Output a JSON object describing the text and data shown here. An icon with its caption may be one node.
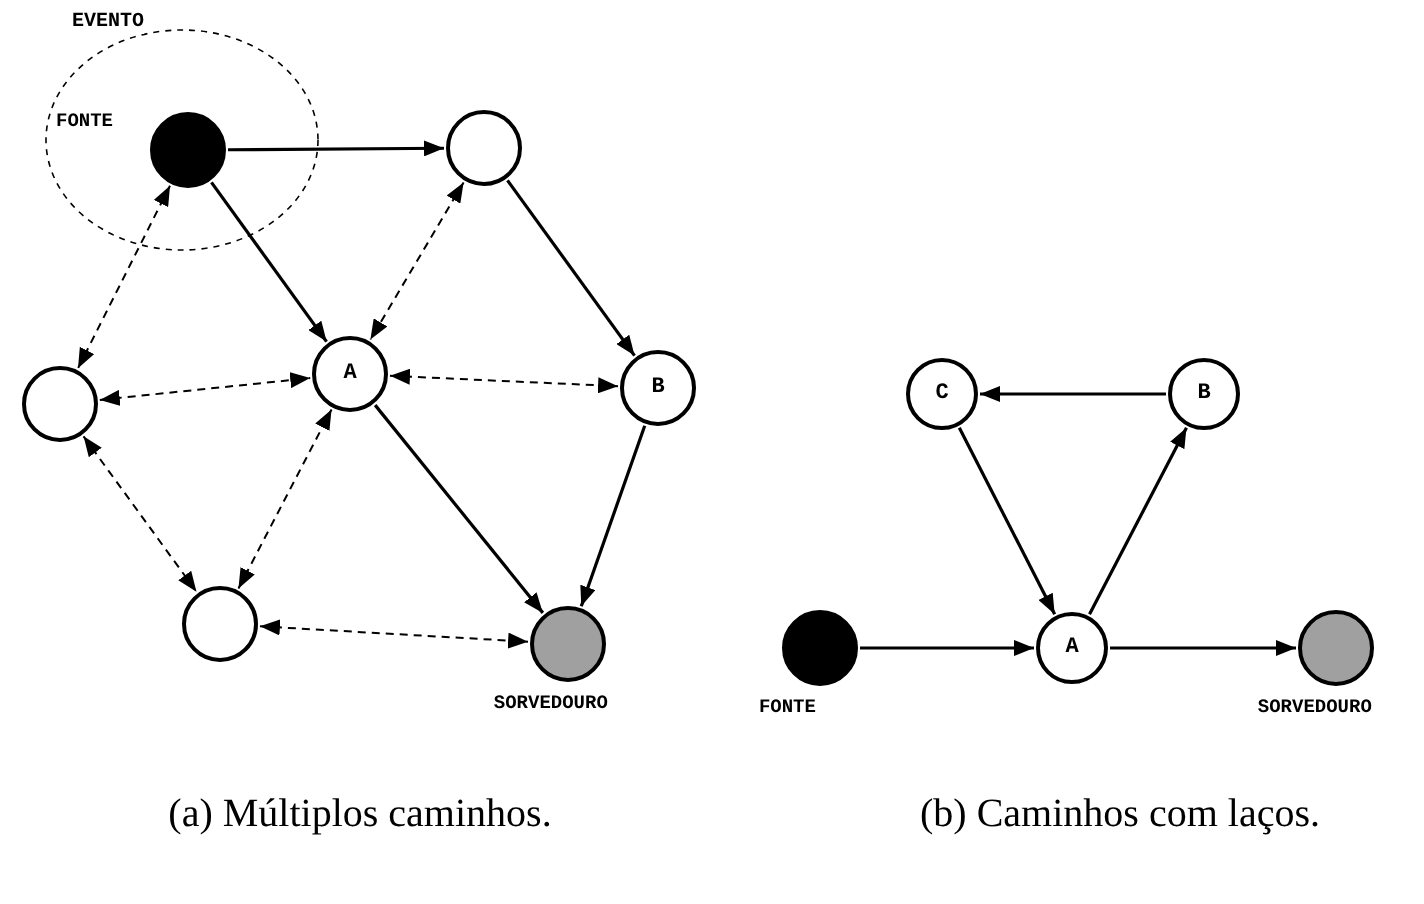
{
  "diagram": {
    "nodes": [
      {
        "text": [
          "EVENTO"
        ]
      },
      {
        "text": [],
        "shape": "circle",
        "beside": [
          "FONTE"
        ],
        "in": 0
      },
      {
        "text": [],
        "shape": "circle"
      },
      {
        "text": [
          "A"
        ]
      },
      {
        "text": [
          "B"
        ]
      },
      {
        "text": [],
        "shape": "circle"
      },
      {
        "text": [],
        "shape": "circle"
      },
      {
        "text": [],
        "shape": "circle",
        "beside": [
          "SORVEDOURO"
        ]
      },
      {
        "text": [
          "C"
        ]
      },
      {
        "text": [
          "B"
        ]
      },
      {
        "text": [],
        "shape": "circle",
        "beside": [
          "FONTE"
        ]
      },
      {
        "text": [
          "A"
        ]
      },
      {
        "text": [],
        "shape": "circle",
        "beside": [
          "SORVEDOURO"
        ]
      }
    ],
    "edges": [
      {
        "from": 1,
        "to": 2,
        "arrow": "to"
      },
      {
        "from": 1,
        "to": 3,
        "arrow": "to"
      },
      {
        "from": 2,
        "to": 4,
        "arrow": "to"
      },
      {
        "from": 3,
        "to": 7,
        "arrow": "to"
      },
      {
        "from": 4,
        "to": 7,
        "arrow": "to"
      },
      {
        "from": 1,
        "to": 5,
        "arrow": "both",
        "style": "dashed"
      },
      {
        "from": 2,
        "to": 3,
        "arrow": "both",
        "style": "dashed"
      },
      {
        "from": 5,
        "to": 3,
        "arrow": "both",
        "style": "dashed"
      },
      {
        "from": 3,
        "to": 4,
        "arrow": "both",
        "style": "dashed"
      },
      {
        "from": 5,
        "to": 6,
        "arrow": "both",
        "style": "dashed"
      },
      {
        "from": 6,
        "to": 3,
        "arrow": "both",
        "style": "dashed"
      },
      {
        "from": 6,
        "to": 7,
        "arrow": "both",
        "style": "dashed"
      },
      {
        "from": 10,
        "to": 11,
        "arrow": "to"
      },
      {
        "from": 11,
        "to": 9,
        "arrow": "to"
      },
      {
        "from": 9,
        "to": 8,
        "arrow": "to"
      },
      {
        "from": 8,
        "to": 11,
        "arrow": "to"
      },
      {
        "from": 11,
        "to": 12,
        "arrow": "to"
      }
    ],
    "labels": [
      "(a) Múltiplos caminhos.",
      "(b) Caminhos com laços."
    ]
  }
}
